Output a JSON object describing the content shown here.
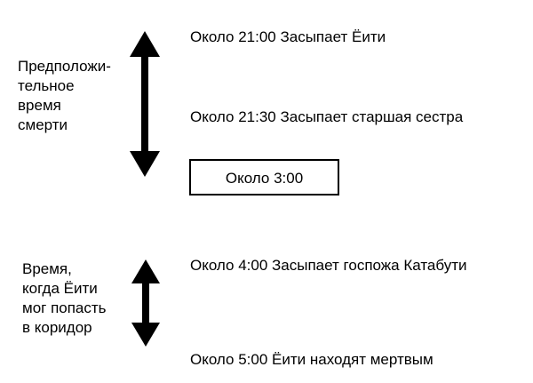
{
  "diagram": {
    "title_implicit": "",
    "background_color": "#ffffff",
    "stroke_color": "#000000",
    "brackets": [
      {
        "name": "death-time",
        "label": "Предположи-\nтельное\nвремя\nсмерти",
        "arrow_icon": "double-headed-vertical-arrow-icon"
      },
      {
        "name": "corridor-time",
        "label": "Время,\nкогда Ёити\nмог попасть\nв коридор",
        "arrow_icon": "double-headed-vertical-arrow-icon"
      }
    ],
    "events": [
      {
        "name": "event-yoichi-falls-asleep",
        "text": "Около 21:00 Засыпает Ёити"
      },
      {
        "name": "event-elder-sister-falls-asleep",
        "text": "Около 21:30 Засыпает старшая сестра"
      },
      {
        "name": "event-katabuti-falls-asleep",
        "text": "Около 4:00 Засыпает госпожа Катабути"
      },
      {
        "name": "event-yoichi-found-dead",
        "text": "Около 5:00 Ёити находят мертвым"
      }
    ],
    "boxed_note": {
      "name": "estimated-death-moment",
      "text": "Около 3:00"
    }
  }
}
